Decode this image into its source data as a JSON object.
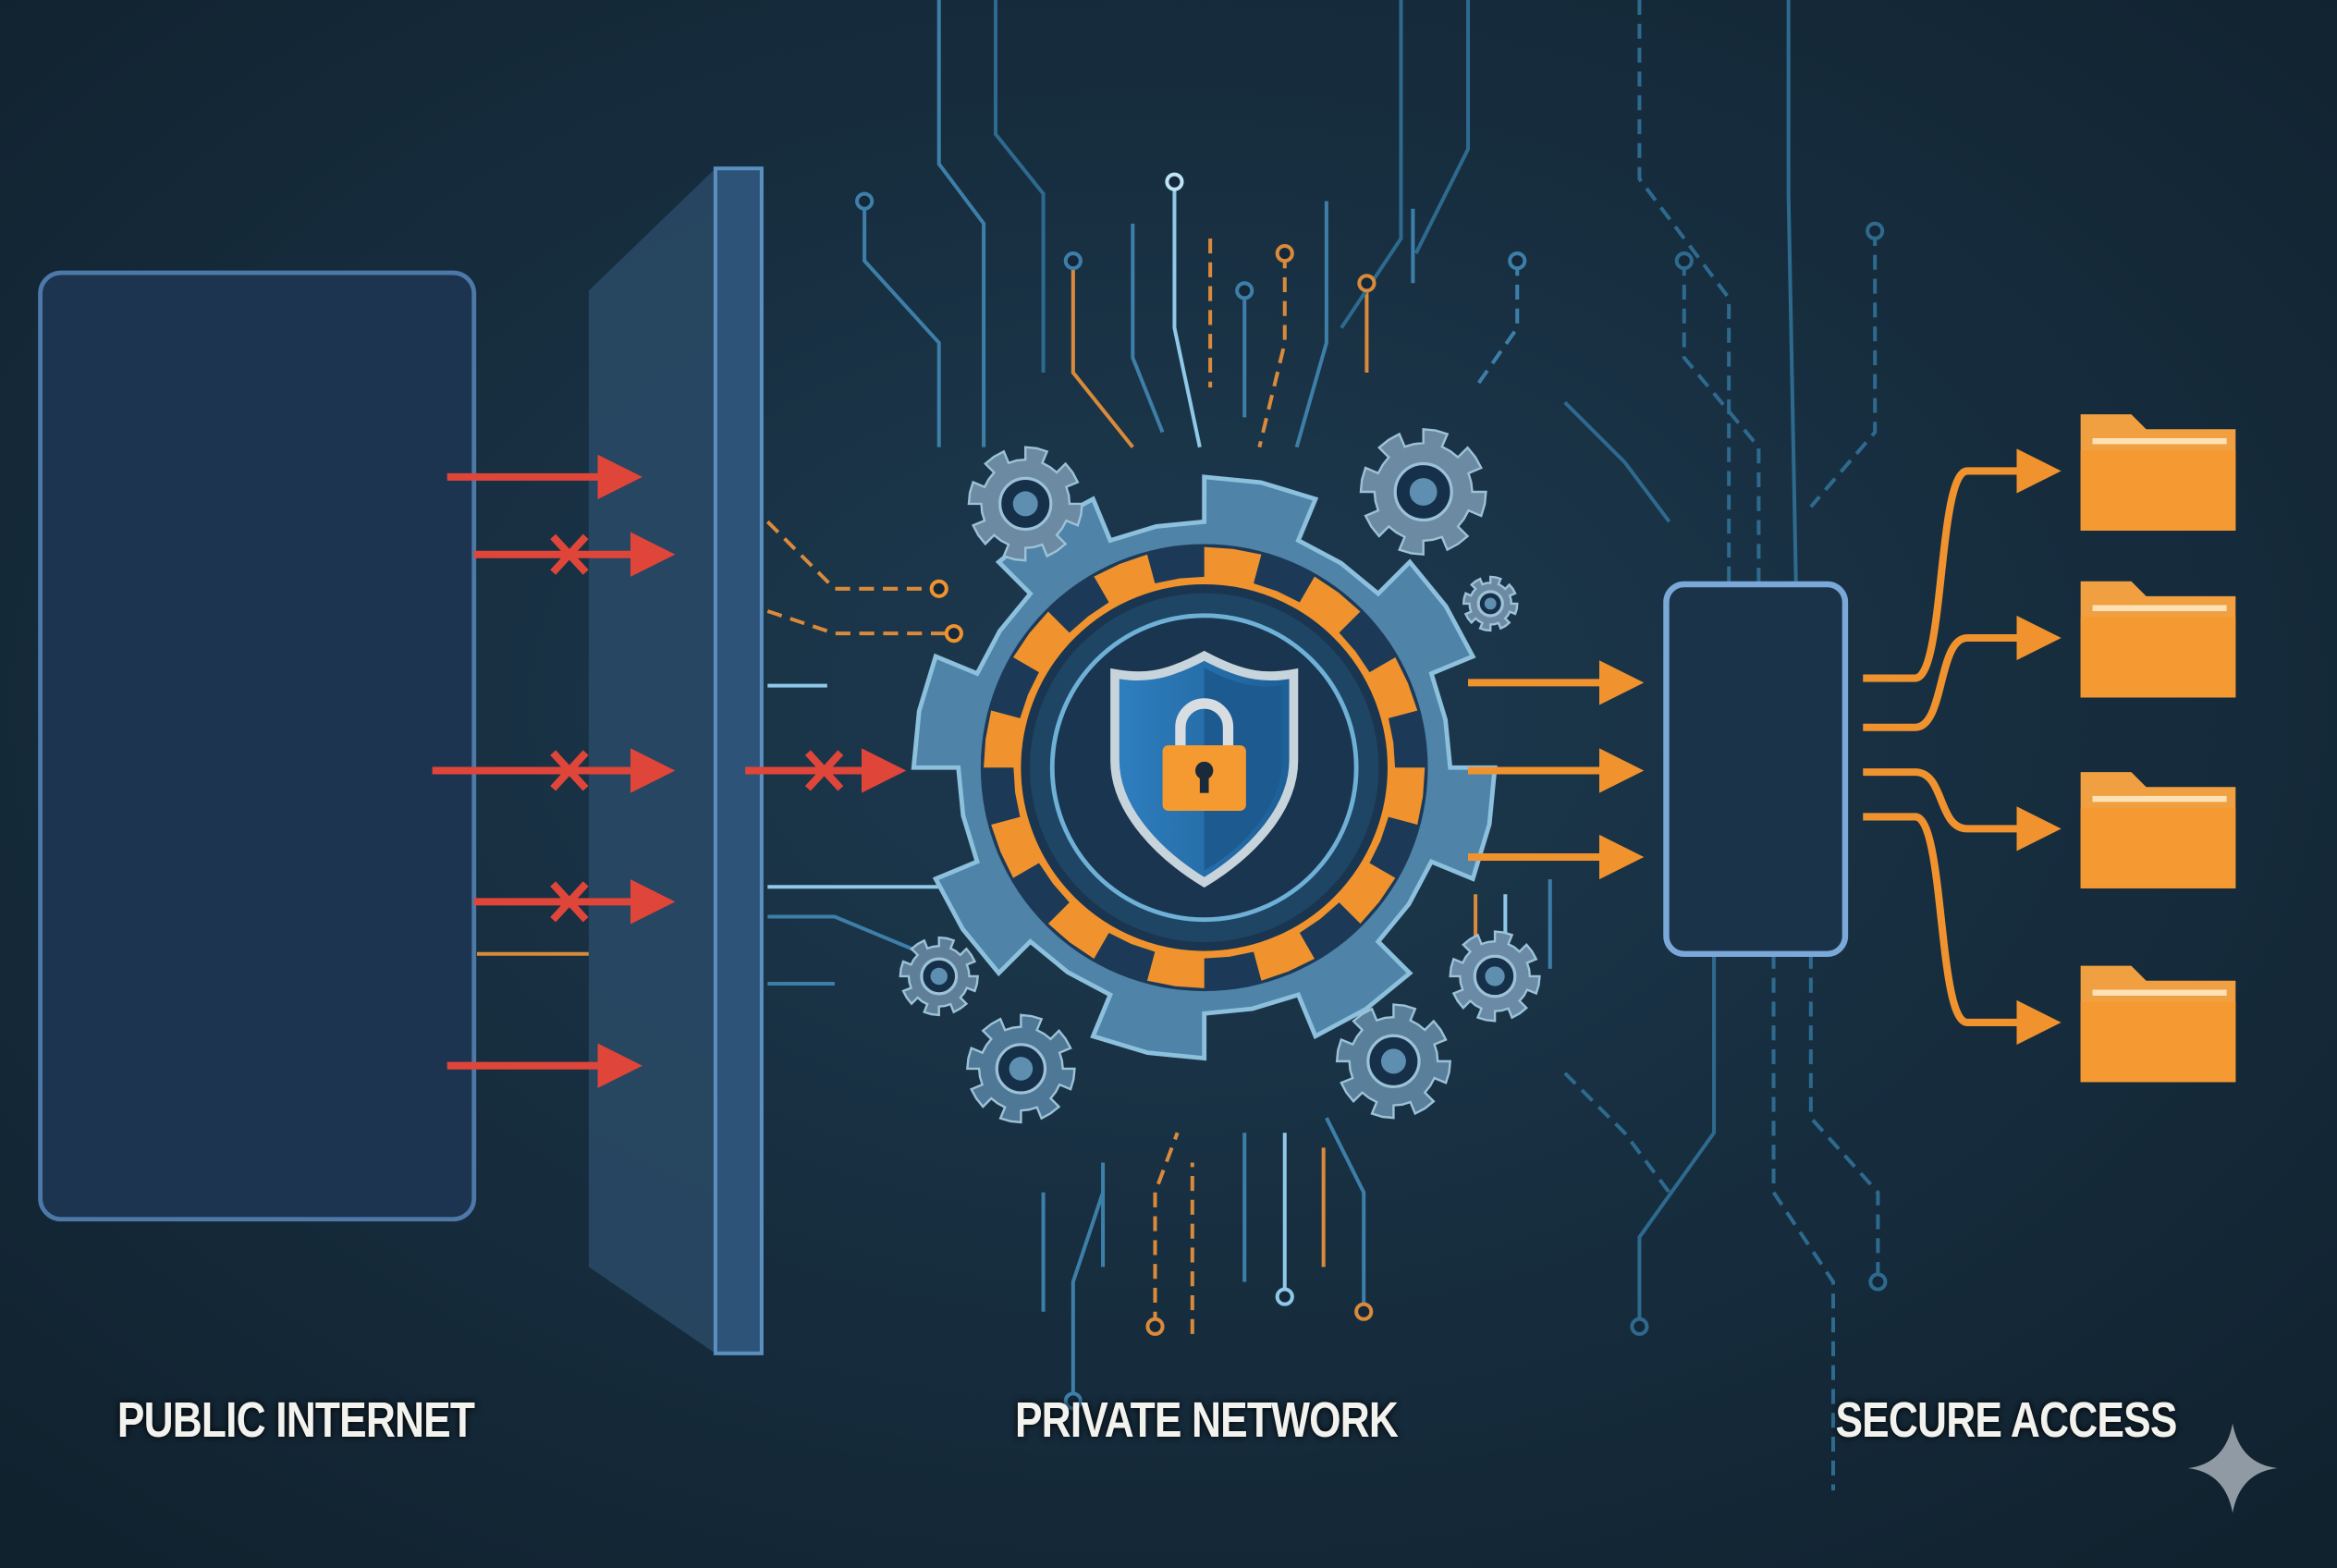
{
  "labels": {
    "public": "PUBLIC INTERNET",
    "private": "PRIVATE NETWORK",
    "secure": "SECURE ACCESS"
  },
  "icons": [
    "shield-icon",
    "lock-icon",
    "gear-icon",
    "folder-icon",
    "blocked-x-icon",
    "arrow-icon",
    "sparkle-icon"
  ],
  "colors": {
    "background": "#14283a",
    "blocked": "#e0453a",
    "allowed": "#f0932e",
    "steel": "#5f8fb0",
    "folder": "#f0a040",
    "text": "#f2f2ee"
  }
}
